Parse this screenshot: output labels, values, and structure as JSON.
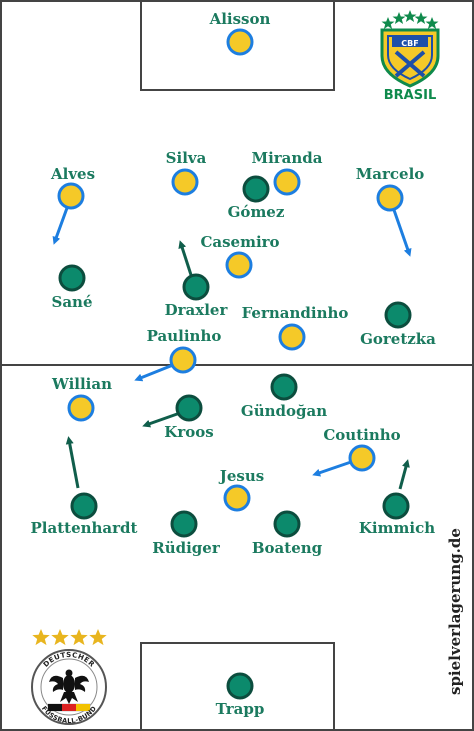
{
  "colors": {
    "brazil_fill": "#f5c928",
    "brazil_ring": "#1d7ee0",
    "germany_fill": "#0c8a6c",
    "germany_ring": "#0c4d3e",
    "label_color": "#1b7a5f",
    "arrow_brazil": "#1d7ee0",
    "arrow_germany": "#105e4b",
    "line": "#444444",
    "star_gold": "#e8b51f",
    "star_green": "#0f8a4c"
  },
  "brazil": {
    "crest_text": "CBF",
    "country_label": "BRASIL",
    "players": [
      {
        "id": "alisson",
        "name": "Alisson"
      },
      {
        "id": "silva",
        "name": "Silva"
      },
      {
        "id": "miranda",
        "name": "Miranda"
      },
      {
        "id": "alves",
        "name": "Alves"
      },
      {
        "id": "marcelo",
        "name": "Marcelo"
      },
      {
        "id": "casemiro",
        "name": "Casemiro"
      },
      {
        "id": "fernandinho",
        "name": "Fernandinho"
      },
      {
        "id": "paulinho",
        "name": "Paulinho"
      },
      {
        "id": "willian",
        "name": "Willian"
      },
      {
        "id": "coutinho",
        "name": "Coutinho"
      },
      {
        "id": "jesus",
        "name": "Jesus"
      }
    ]
  },
  "germany": {
    "crest_top": "DEUTSCHER",
    "crest_bottom": "FUSSBALL-BUND",
    "players": [
      {
        "id": "gomez",
        "name": "Gómez"
      },
      {
        "id": "sane",
        "name": "Sané"
      },
      {
        "id": "draxler",
        "name": "Draxler"
      },
      {
        "id": "goretzka",
        "name": "Goretzka"
      },
      {
        "id": "gundogan",
        "name": "Gündoğan"
      },
      {
        "id": "kroos",
        "name": "Kroos"
      },
      {
        "id": "plattenhardt",
        "name": "Plattenhardt"
      },
      {
        "id": "kimmich",
        "name": "Kimmich"
      },
      {
        "id": "rudiger",
        "name": "Rüdiger"
      },
      {
        "id": "boateng",
        "name": "Boateng"
      },
      {
        "id": "trapp",
        "name": "Trapp"
      }
    ]
  },
  "site_credit": "spielverlagerung.de"
}
